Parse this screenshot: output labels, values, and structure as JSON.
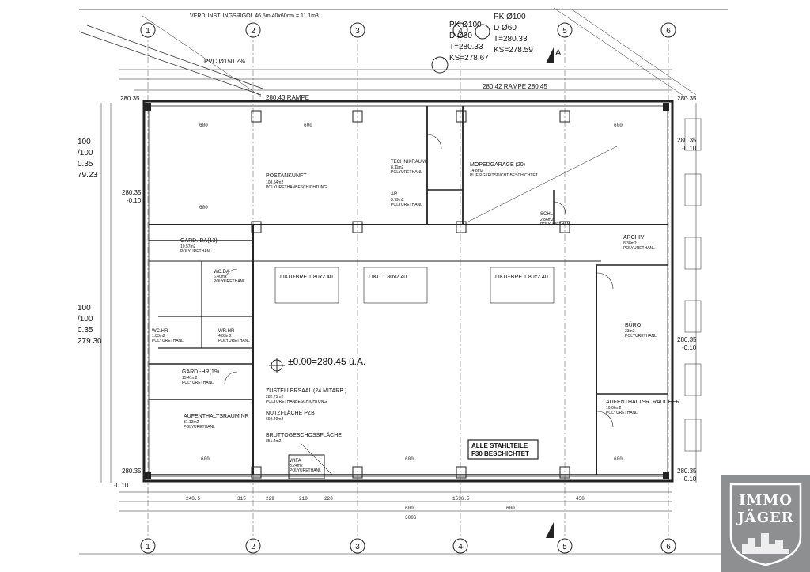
{
  "axes_top": [
    "1",
    "2",
    "3",
    "4",
    "5",
    "6"
  ],
  "axes_bottom": [
    "1",
    "2",
    "3",
    "4",
    "5",
    "6"
  ],
  "header": {
    "drain_note": "VERDUNSTUNGSRIGOL 46.5m 40x60cm = 11.1m3",
    "pipe_note": "PVC Ø150 2%",
    "manhole_left": [
      "PK Ø100",
      "D Ø60",
      "T=280.33",
      "KS=278.67"
    ],
    "manhole_right": [
      "PK Ø100",
      "D Ø60",
      "T=280.33",
      "KS=278.59"
    ],
    "rampe_left": "280.43 RAMPE",
    "rampe_right": "280.42 RAMPE 280.45",
    "level_left_top": "280.35",
    "level_right_top": "280.35",
    "section_marker": "A"
  },
  "rooms": [
    {
      "name": "POSTANKUNFT",
      "area": "108.54m2",
      "floor": "POLYURETHANBESCHICHTUNG"
    },
    {
      "name": "TECHNIKRAUM",
      "area": "8.11m2",
      "floor": "POLYURETHANL"
    },
    {
      "name": "AR.",
      "area": "3.79m2",
      "floor": "POLYURETHANL"
    },
    {
      "name": "MOPEDGARAGE (20)",
      "area": "14.8m2",
      "floor": "PLIESIGKEITSDICHT BESCHICHTET"
    },
    {
      "name": "SCHL.",
      "area": "2.86m2",
      "floor": "POLYURETHANL"
    },
    {
      "name": "ARCHIV",
      "area": "8.38m2",
      "floor": "POLYURETHANL"
    },
    {
      "name": "GARD.-DA(13)",
      "area": "10.57m2",
      "floor": "POLYURETHANL"
    },
    {
      "name": "WC.DA",
      "area": "6.40m2",
      "floor": "POLYURETHANL"
    },
    {
      "name": "WC.HR",
      "area": "1.83m2",
      "floor": "POLYURETHANL"
    },
    {
      "name": "WR.HR",
      "area": "4.83m2",
      "floor": "POLYURETHANL"
    },
    {
      "name": "GARD.-HR(19)",
      "area": "15.41m2",
      "floor": "POLYURETHANL"
    },
    {
      "name": "ZUSTELLERSAAL (24 MITARB.)",
      "area": "282.75m2",
      "floor": "POLYURETHANBESCHICHTUNG"
    },
    {
      "name": "AUFENTHALTSRAUM NR",
      "area": "31.13m2",
      "floor": "POLYURETHANL"
    },
    {
      "name": "BÜRO",
      "area": "33m2",
      "floor": "POLYURETHANL"
    },
    {
      "name": "AUFENTHALTSR. RAUCHER",
      "area": "10.06m2",
      "floor": "POLYURETHANL"
    },
    {
      "name": "WIFA",
      "area": "3.24m2",
      "floor": "POLYURETHANL"
    }
  ],
  "skylights": [
    "LIKU+BRE 1.80x2.40",
    "LIKU 1.80x2.40",
    "LIKU+BRE 1.80x2.40"
  ],
  "totals": {
    "nutz": "NUTZFLÄCHE PZB",
    "nutz_val": "692.40m2",
    "brutto": "BRUTTOGESCHOSSFLÄCHE",
    "brutto_val": "851.4m2"
  },
  "elevation": "±0.00=280.45 ü.A.",
  "note_box": [
    "ALLE STAHLTEILE",
    "F30 BESCHICHTET"
  ],
  "side_levels_left": [
    "100",
    "/100",
    "0.35",
    "79.23",
    "100",
    "/100",
    "0.35",
    "279.30"
  ],
  "side_levels_right": [
    "280.35",
    "-0.10",
    "280.35",
    "-0.10",
    "280.35",
    "-0.10"
  ],
  "corner_levels": [
    "280.35",
    "-0.10",
    "280.35",
    "-0.10"
  ],
  "dims_bottom": [
    "248.5",
    "315",
    "229",
    "210",
    "228",
    "600",
    "1536.5",
    "600",
    "450",
    "3006"
  ],
  "dims_inner": [
    "600",
    "600",
    "600",
    "600",
    "600",
    "600",
    "600"
  ],
  "logo": {
    "line1": "IMMO",
    "line2": "JÄGER"
  }
}
